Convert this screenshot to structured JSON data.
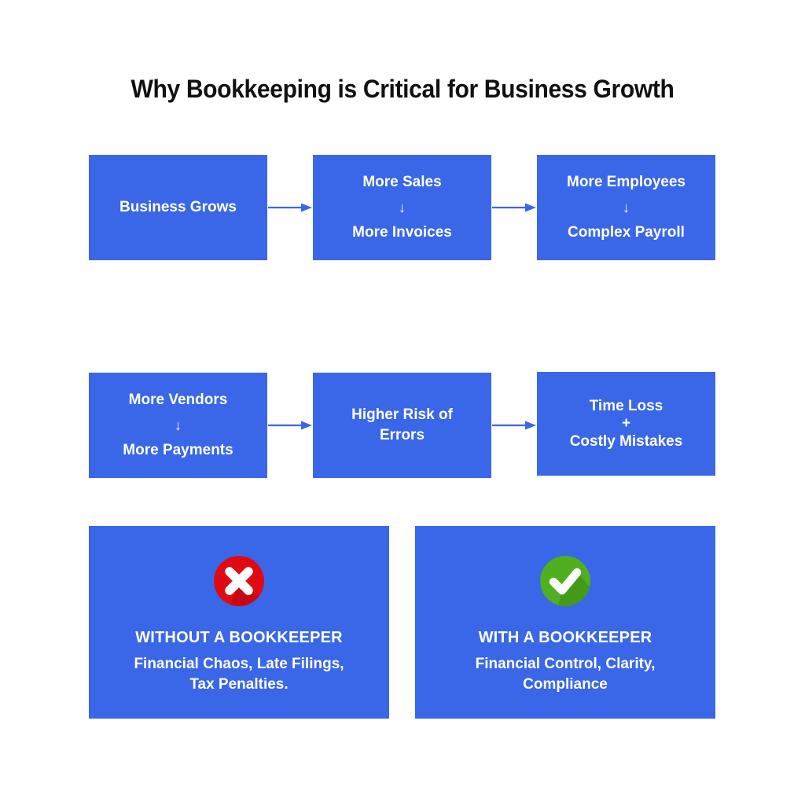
{
  "title": "Why Bookkeeping is Critical for Business Growth",
  "colors": {
    "box_blue": "#3A66E8",
    "arrow_blue": "#3A66E8",
    "title_black": "#111111",
    "cross_red": "#E00A12",
    "cross_red_shadow": "#B3080F",
    "check_green": "#4FAF20",
    "check_green_shadow": "#3C8A16",
    "icon_white": "#FFFFFF",
    "background": "#FFFFFF"
  },
  "flow": {
    "row1": [
      {
        "id": "business-grows",
        "lines": [
          "Business Grows"
        ]
      },
      {
        "id": "more-sales",
        "lines": [
          "More Sales",
          "↓",
          "More Invoices"
        ]
      },
      {
        "id": "more-employees",
        "lines": [
          "More Employees",
          "↓",
          "Complex Payroll"
        ]
      }
    ],
    "row2": [
      {
        "id": "more-vendors",
        "lines": [
          "More Vendors",
          "↓",
          "More Payments"
        ]
      },
      {
        "id": "higher-risk",
        "lines": [
          "Higher Risk of",
          "Errors"
        ]
      },
      {
        "id": "time-loss",
        "lines": [
          "Time Loss",
          "+",
          "Costly Mistakes"
        ]
      }
    ],
    "arrows": [
      {
        "id": "arrow-1",
        "direction": "right"
      },
      {
        "id": "arrow-2",
        "direction": "right"
      },
      {
        "id": "arrow-3",
        "direction": "right"
      },
      {
        "id": "arrow-4",
        "direction": "right"
      }
    ]
  },
  "outcomes": [
    {
      "id": "without",
      "icon": "cross-circle-icon",
      "heading": "WITHOUT A BOOKKEEPER",
      "description": "Financial Chaos, Late Filings, Tax Penalties."
    },
    {
      "id": "with",
      "icon": "check-circle-icon",
      "heading": "WITH A BOOKKEEPER",
      "description": "Financial Control, Clarity, Compliance"
    }
  ]
}
